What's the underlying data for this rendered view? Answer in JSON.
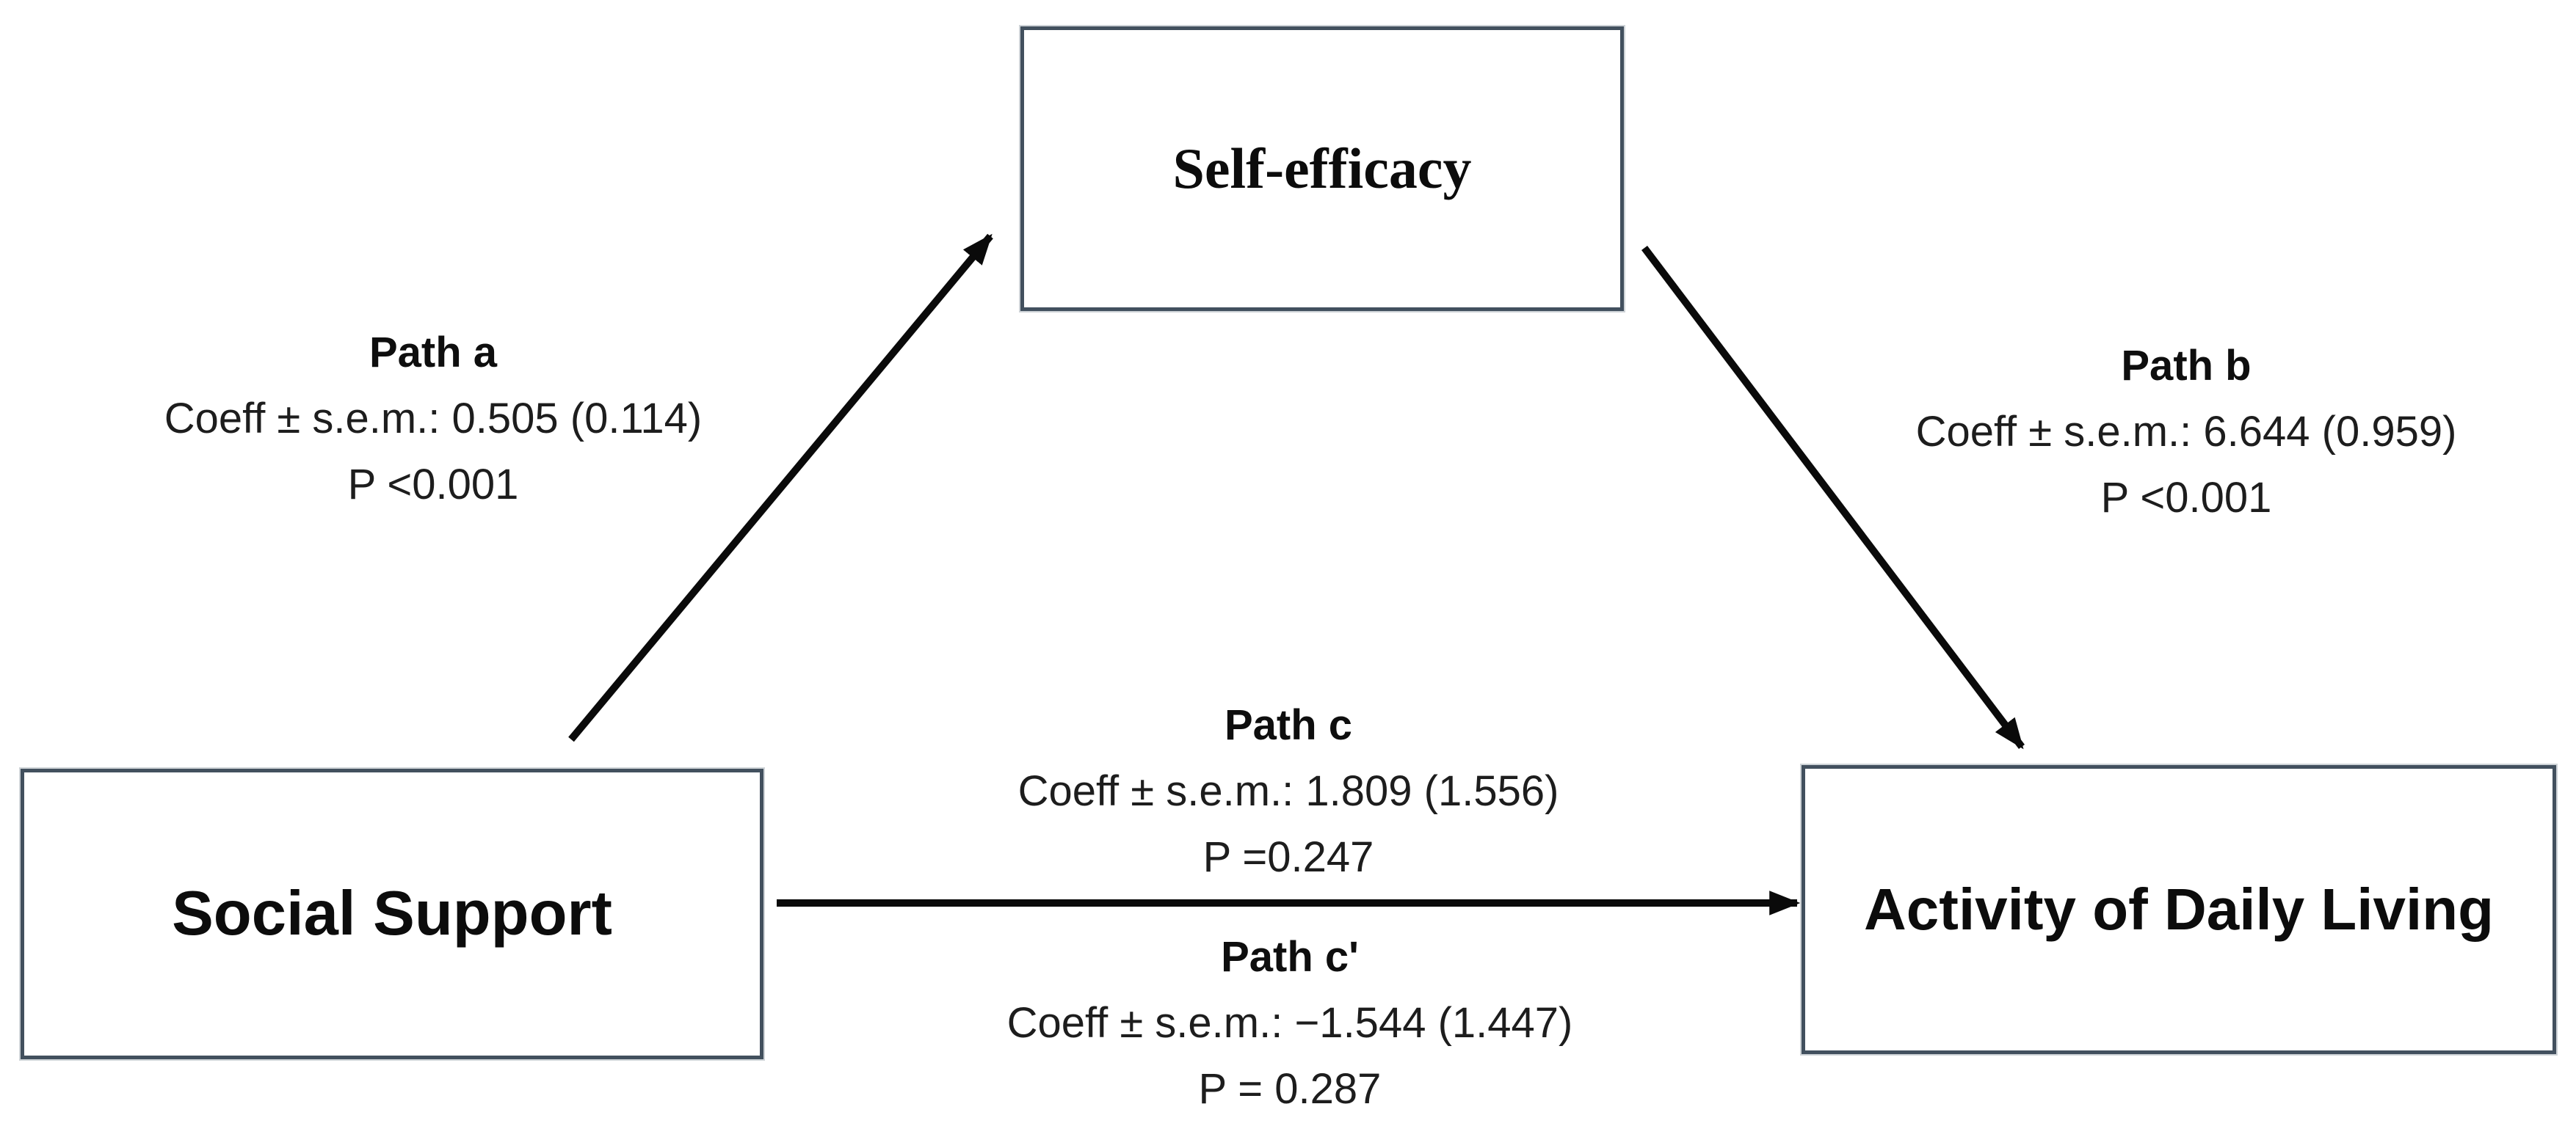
{
  "nodes": {
    "self_efficacy": {
      "label": "Self-efficacy"
    },
    "social_support": {
      "label": "Social Support"
    },
    "adl": {
      "label": "Activity of Daily Living"
    }
  },
  "paths": {
    "a": {
      "title": "Path a",
      "coeff": "Coeff ± s.e.m.: 0.505 (0.114)",
      "p": "P <0.001"
    },
    "b": {
      "title": "Path b",
      "coeff": "Coeff ± s.e.m.: 6.644 (0.959)",
      "p": "P <0.001"
    },
    "c": {
      "title": "Path c",
      "coeff": "Coeff ± s.e.m.: 1.809 (1.556)",
      "p": "P =0.247"
    },
    "c_prime": {
      "title": "Path c'",
      "coeff": "Coeff ± s.e.m.: −1.544 (1.447)",
      "p": "P = 0.287"
    }
  },
  "colors": {
    "box_border": "#42505e",
    "arrow": "#0a0a0a",
    "text": "#161616",
    "background": "#ffffff"
  }
}
